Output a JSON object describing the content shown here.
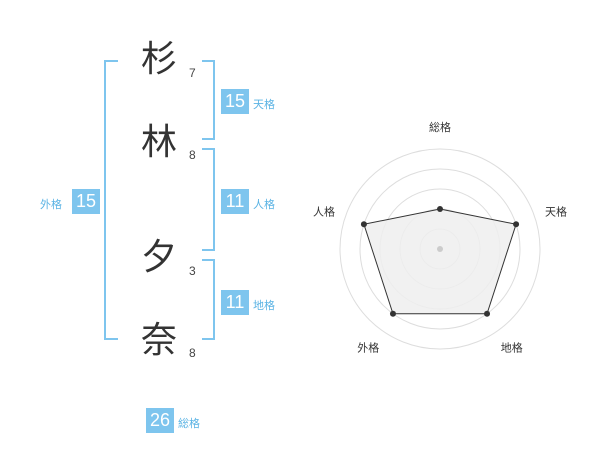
{
  "name": {
    "chars": [
      "杉",
      "林",
      "夕",
      "奈"
    ],
    "strokes": [
      "7",
      "8",
      "3",
      "8"
    ]
  },
  "fortune": {
    "gaikaku": {
      "value": "15",
      "label": "外格"
    },
    "tenkaku": {
      "value": "15",
      "label": "天格"
    },
    "jinkaku": {
      "value": "11",
      "label": "人格"
    },
    "chikaku": {
      "value": "11",
      "label": "地格"
    },
    "soukaku": {
      "value": "26",
      "label": "総格"
    }
  },
  "chart_data": {
    "type": "radar",
    "axes": [
      "総格",
      "天格",
      "地格",
      "外格",
      "人格"
    ],
    "values": [
      2,
      4,
      4,
      4,
      4
    ],
    "max": 5,
    "ring_values": [
      1,
      2,
      3,
      4,
      5
    ],
    "colors": {
      "fill": "#eeeeee",
      "line": "#333333",
      "ring": "#dddddd",
      "center": "#cccccc"
    }
  },
  "colors": {
    "accent": "#7ec5ee",
    "label": "#5ab3e4"
  }
}
